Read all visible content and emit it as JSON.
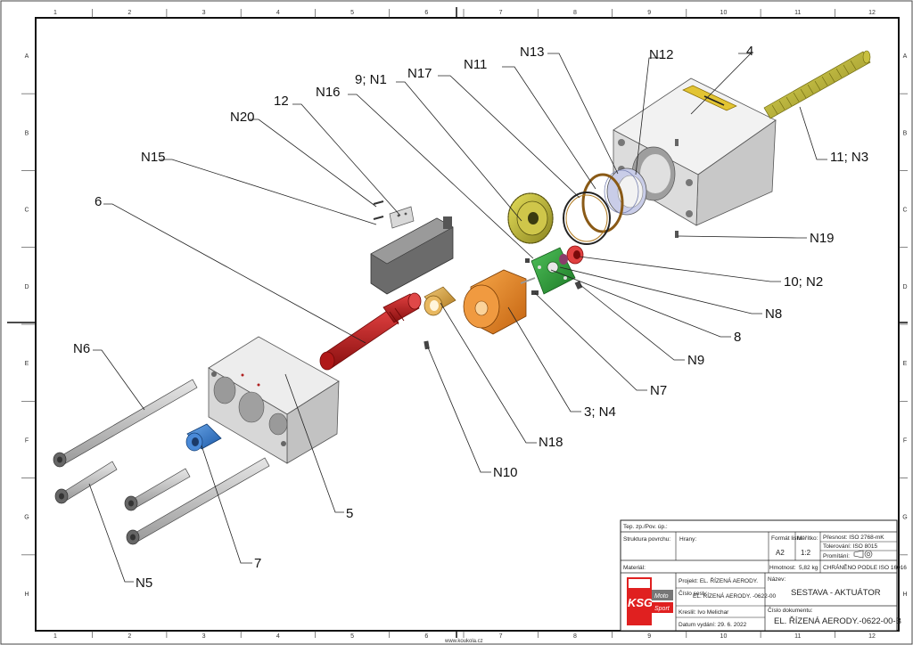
{
  "grid": {
    "columns": [
      "1",
      "2",
      "3",
      "4",
      "5",
      "6",
      "7",
      "8",
      "9",
      "10",
      "11",
      "12"
    ],
    "rows": [
      "A",
      "B",
      "C",
      "D",
      "E",
      "F",
      "G",
      "H"
    ]
  },
  "callouts": [
    "N13",
    "N12",
    "4",
    "N11",
    "9; N1",
    "N17",
    "N16",
    "12",
    "N20",
    "N15",
    "6",
    "11; N3",
    "N19",
    "10; N2",
    "N8",
    "8",
    "N9",
    "N7",
    "3; N4",
    "N18",
    "N10",
    "N6",
    "5",
    "7",
    "N5"
  ],
  "title_block": {
    "surface_treatment_label": "Tep. zp./Pov. úp.:",
    "surface_structure_label": "Struktura povrchu:",
    "edges_label": "Hrany:",
    "format_label": "Formát listu:",
    "format_value": "A2",
    "scale_label": "Měřítko:",
    "scale_value": "1:2",
    "accuracy_label": "Přesnost: ISO 2768-mK",
    "tolerance_label": "Tolerování: ISO 8015",
    "projection_label": "Promítání:",
    "material_label": "Materiál:",
    "mass_label": "Hmotnost:",
    "mass_value": "5,82 kg",
    "protection_note": "CHRÁNĚNO PODLE ISO 16016",
    "logo_text": "KSG",
    "logo_sub1": "Moto",
    "logo_sub2": "Sport",
    "project_label": "Projekt: EL. ŘÍZENÁ AERODY.",
    "number_label": "Číslo sest.:",
    "number_value": "EL. ŘÍZENÁ AERODY. -0622-00",
    "drawn_by": "Kreslil: Ivo Melichar",
    "issue_date": "Datum vydání: 29. 6. 2022",
    "name_label": "Název:",
    "name_value": "SESTAVA - AKTUÁTOR",
    "doc_number_label": "Číslo dokumentu:",
    "doc_number_value": "EL. ŘÍZENÁ AERODY.-0622-00-B"
  },
  "footer_url": "www.koukola.cz"
}
